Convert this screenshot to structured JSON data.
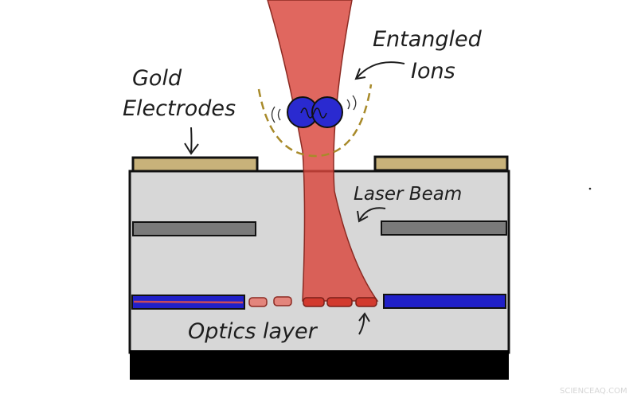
{
  "labels": {
    "gold_electrodes_line1": "Gold",
    "gold_electrodes_line2": "Electrodes",
    "entangled_ions_line1": "Entangled",
    "entangled_ions_line2": "Ions",
    "laser_beam": "Laser Beam",
    "optics_layer": "Optics layer"
  },
  "watermark": "SCIENCEAQ.COM",
  "colors": {
    "chip_body": "#d7d7d7",
    "chip_base": "#000000",
    "gold": "#c8b27a",
    "electrode_gray": "#7a7a7a",
    "waveguide_blue": "#2020c8",
    "laser_red": "#d9463c",
    "ion_blue": "#2a2ad0",
    "trap_dash": "#a88a2a"
  }
}
